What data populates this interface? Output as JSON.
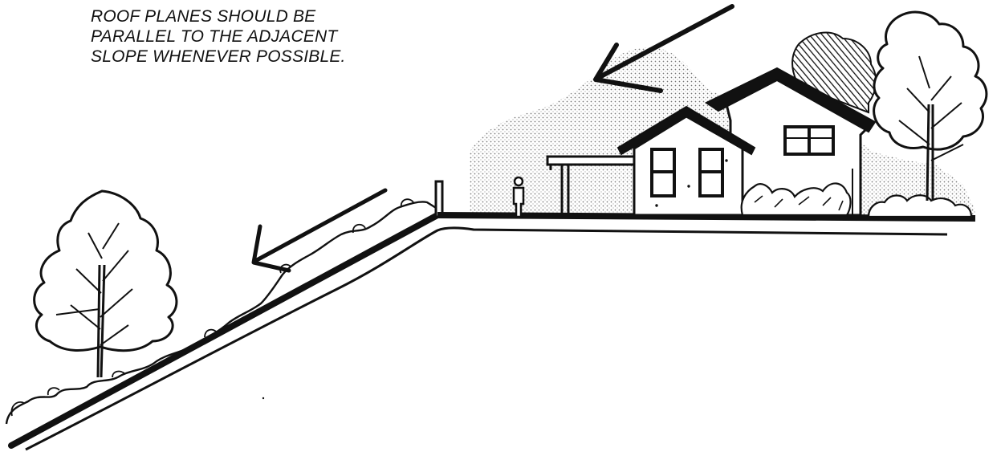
{
  "caption": {
    "lines": [
      "ROOF PLANES SHOULD BE",
      "PARALLEL TO THE ADJACENT",
      "SLOPE WHENEVER POSSIBLE."
    ]
  },
  "colors": {
    "ink": "#111111",
    "paper": "#ffffff",
    "stipple": "#777777"
  },
  "icons": {
    "upper_arrow": "arrow-down-left-icon",
    "lower_arrow": "arrow-down-left-icon"
  }
}
